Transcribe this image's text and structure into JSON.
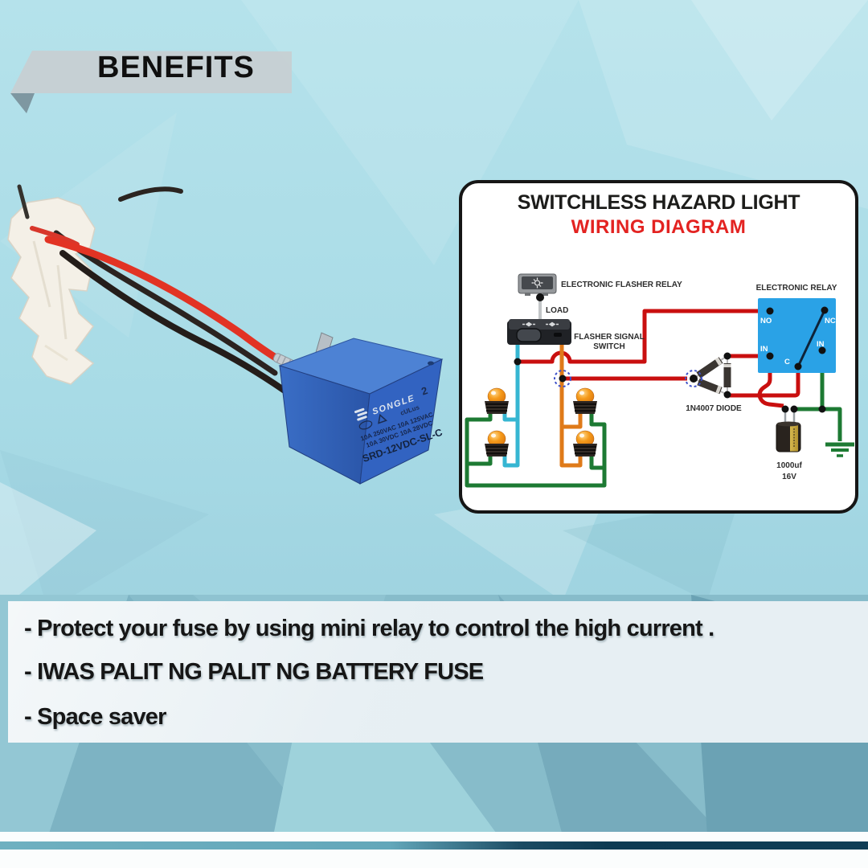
{
  "banner": {
    "label": "BENEFITS"
  },
  "product_photo": {
    "relay_brand": "SONGLE",
    "relay_cert_number": "2",
    "relay_cert_ul": "cULus",
    "relay_rating_line1": "10A 250VAC 10A 125VAC",
    "relay_rating_line2": "10A 30VDC 10A 28VDC",
    "relay_model": "SRD-12VDC-SL-C"
  },
  "diagram": {
    "title": "SWITCHLESS HAZARD LIGHT",
    "subtitle": "WIRING DIAGRAM",
    "subtitle_color": "#e32321",
    "labels": {
      "flasher_relay": "ELECTRONIC FLASHER RELAY",
      "load": "LOAD",
      "signal_switch_1": "FLASHER SIGNAL",
      "signal_switch_2": "SWITCH",
      "relay": "ELECTRONIC RELAY",
      "diode": "1N4007 DIODE",
      "cap_value": "1000uf",
      "cap_voltage": "16V"
    },
    "terminals": {
      "no": "NO",
      "nc": "NC",
      "in_left": "IN",
      "c": "C",
      "in_right": "IN"
    },
    "wire_colors": {
      "power_red": "#c90f0f",
      "left_signal_cyan": "#36b6d2",
      "right_signal_orange": "#df7a19",
      "ground_green": "#1d7a33",
      "load_gray": "#c2c5c7"
    },
    "relay_fill": "#2aa2e6"
  },
  "benefits": {
    "items": [
      "- Protect your fuse by using mini relay to control the high current .",
      "- IWAS PALIT NG PALIT NG BATTERY FUSE",
      "- Space saver"
    ]
  }
}
